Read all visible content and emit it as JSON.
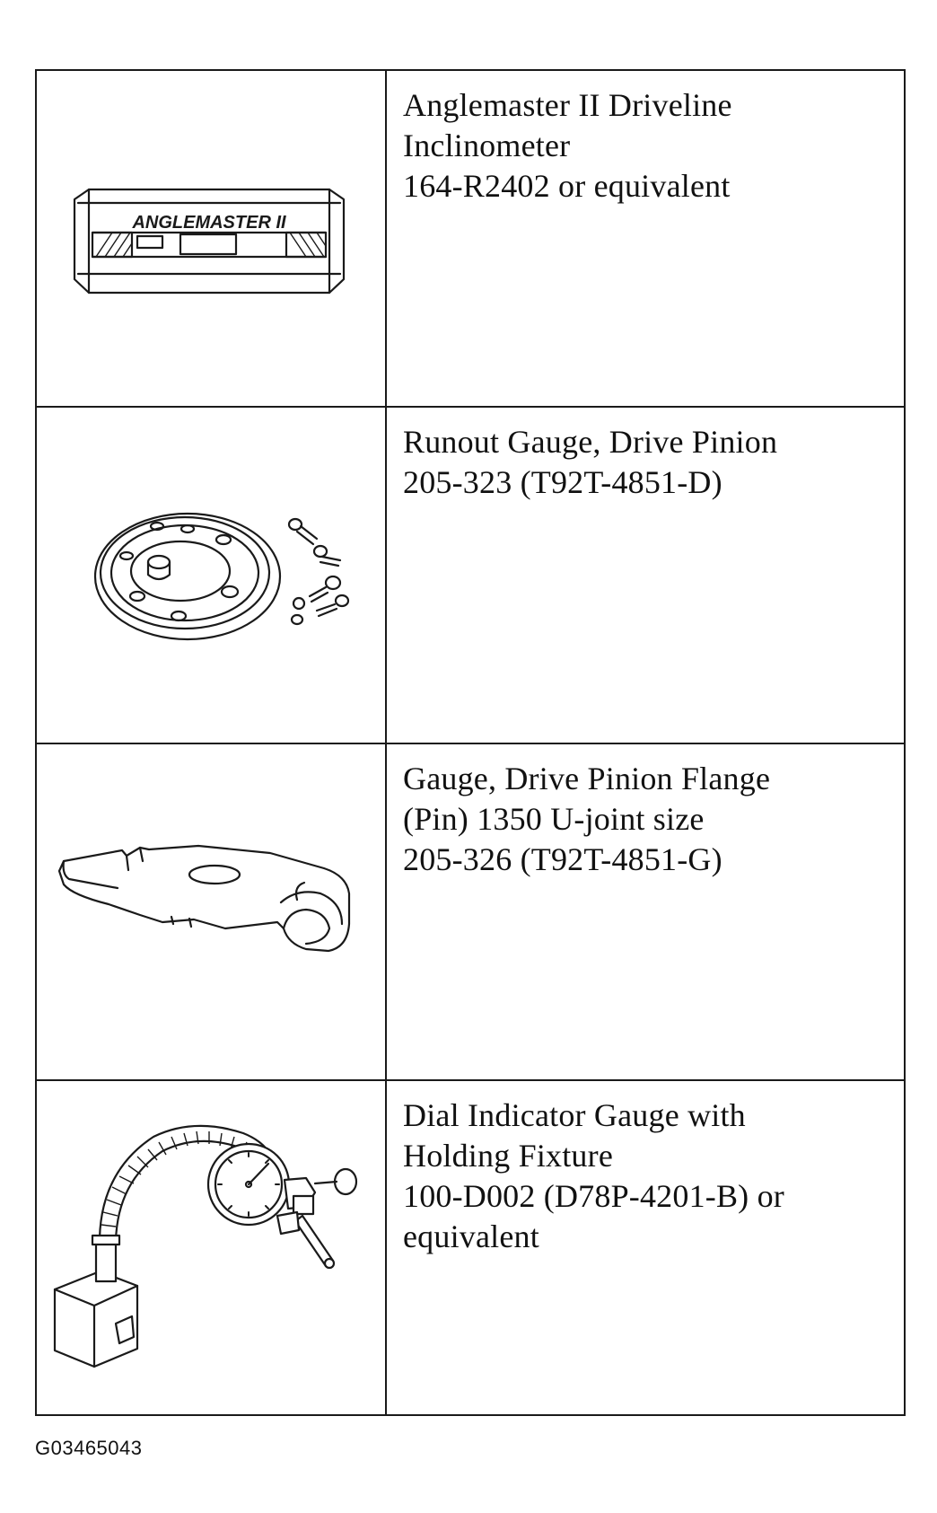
{
  "tools": [
    {
      "lines": [
        "Anglemaster II Driveline",
        "Inclinometer",
        "164-R2402 or equivalent"
      ],
      "illustration": "inclinometer-illustration",
      "device_label": "ANGLEMASTER II"
    },
    {
      "lines": [
        "Runout Gauge, Drive Pinion",
        "205-323 (T92T-4851-D)"
      ],
      "illustration": "runout-gauge-illustration"
    },
    {
      "lines": [
        "Gauge, Drive Pinion Flange",
        "(Pin) 1350 U-joint size",
        "205-326 (T92T-4851-G)"
      ],
      "illustration": "flange-gauge-illustration"
    },
    {
      "lines": [
        "Dial Indicator Gauge with",
        "Holding Fixture",
        "100-D002 (D78P-4201-B) or",
        "equivalent"
      ],
      "illustration": "dial-indicator-illustration"
    }
  ],
  "figure_id": "G03465043"
}
